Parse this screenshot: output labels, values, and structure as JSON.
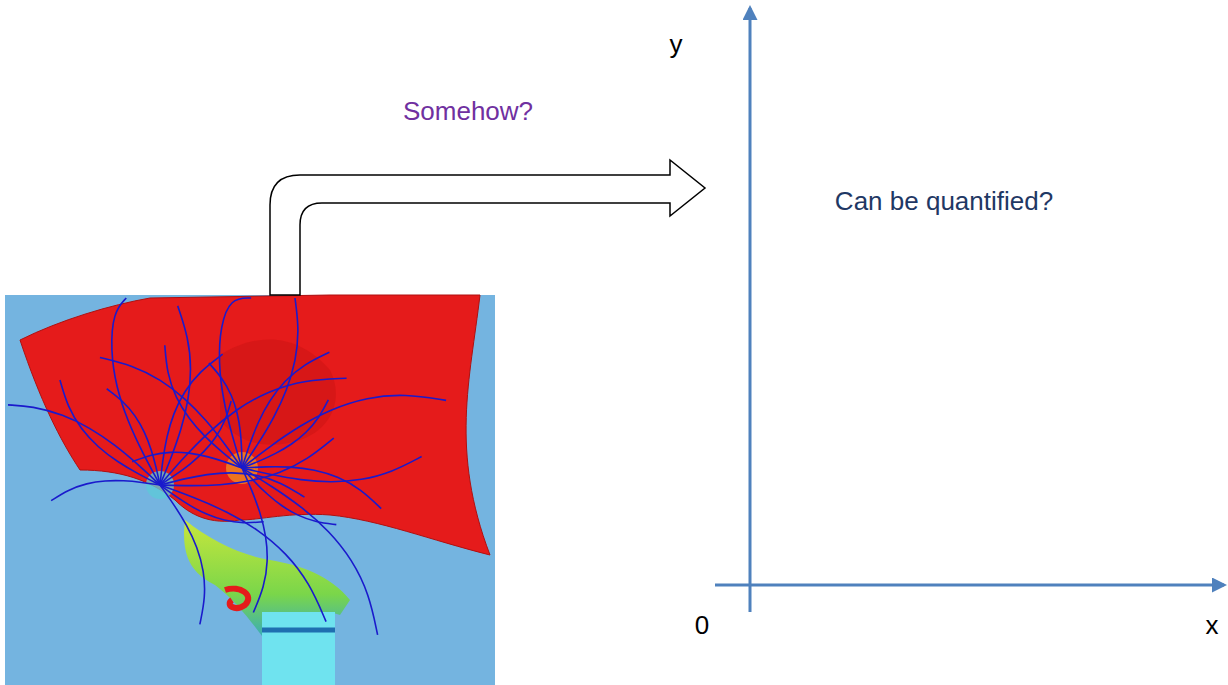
{
  "diagram": {
    "labels": [
      "Somehow?",
      "y",
      "Can be quantified?",
      "0",
      "x"
    ]
  }
}
